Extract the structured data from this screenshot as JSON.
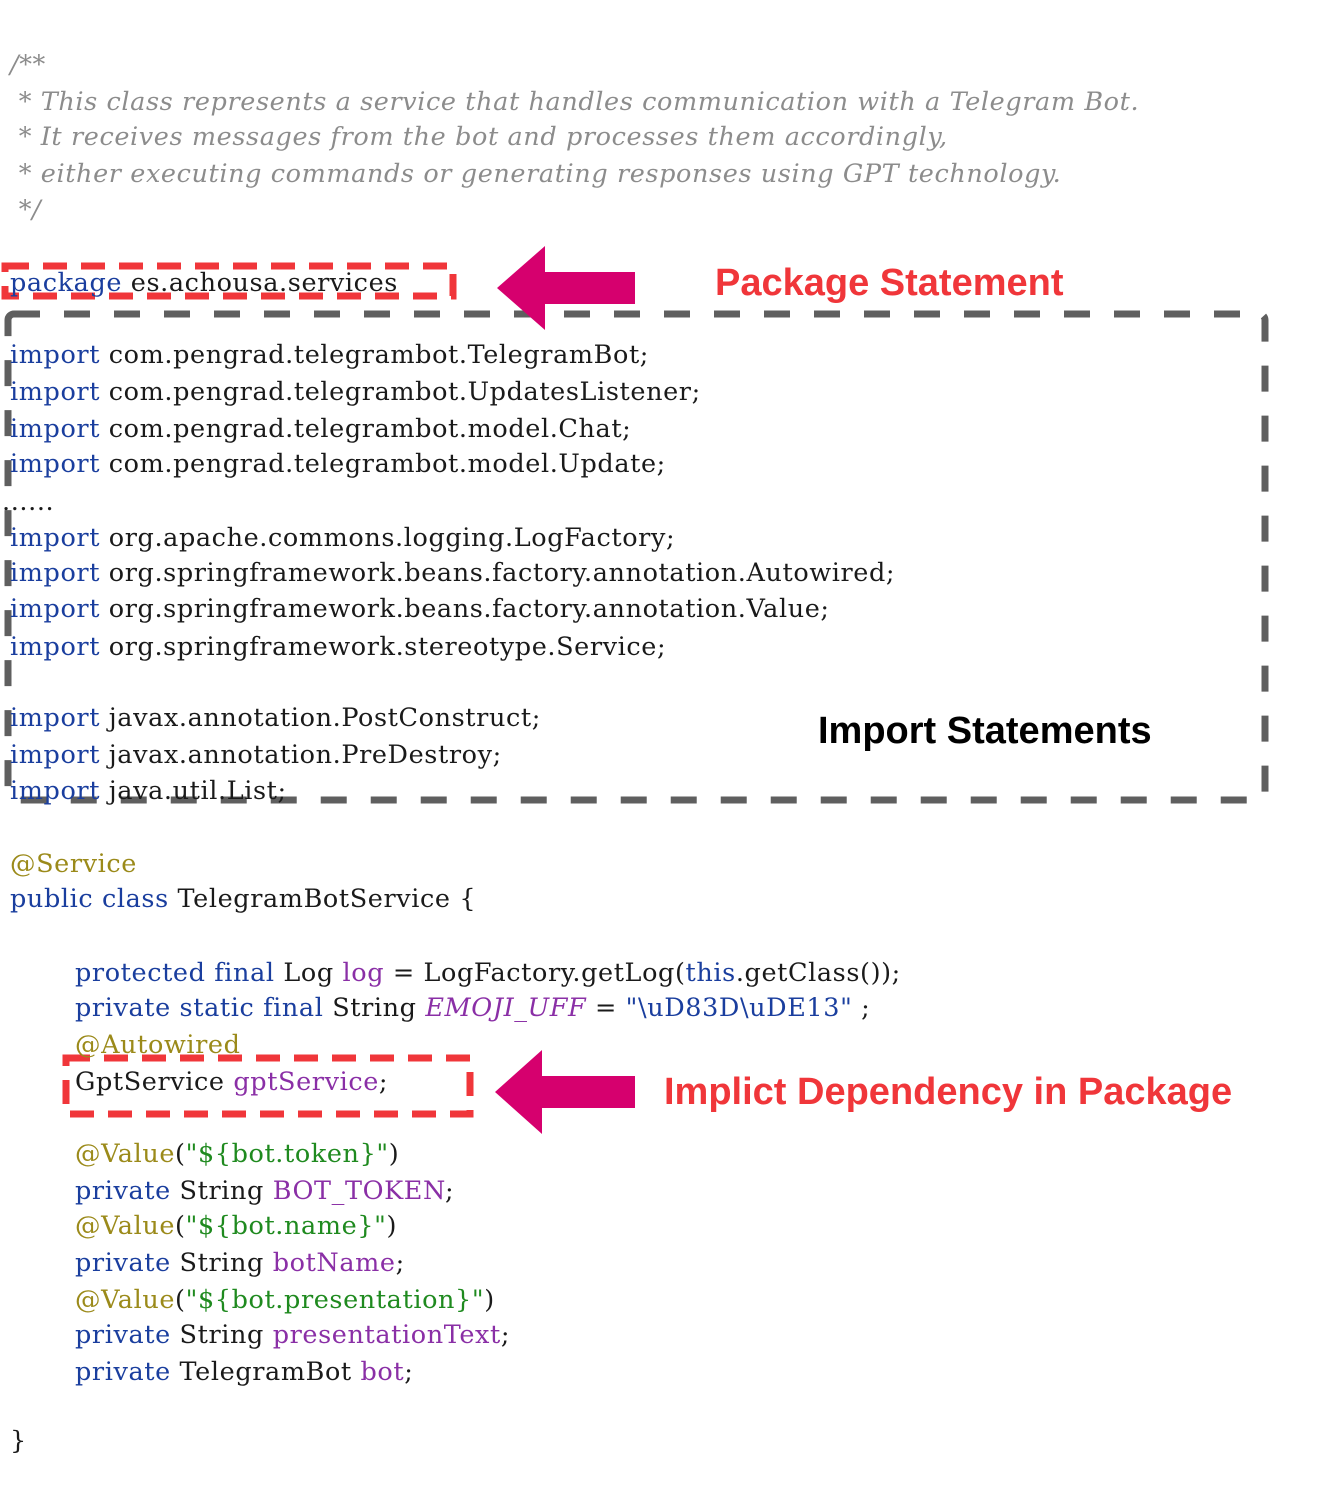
{
  "code": {
    "comment": [
      "/**",
      " * This class represents a service that handles communication with a Telegram Bot.",
      " * It receives messages from the bot and processes them accordingly,",
      " * either executing commands or generating responses using GPT technology.",
      " */"
    ],
    "package": {
      "keyword": "package",
      "name": "es.achousa.services"
    },
    "imports": [
      "com.pengrad.telegrambot.TelegramBot;",
      "com.pengrad.telegrambot.UpdatesListener;",
      "com.pengrad.telegrambot.model.Chat;",
      "com.pengrad.telegrambot.model.Update;",
      "org.apache.commons.logging.LogFactory;",
      "org.springframework.beans.factory.annotation.Autowired;",
      "org.springframework.beans.factory.annotation.Value;",
      "org.springframework.stereotype.Service;",
      "javax.annotation.PostConstruct;",
      "javax.annotation.PreDestroy;",
      "java.util.List;"
    ],
    "import_keyword": "import",
    "ellipsis": "......",
    "class_annotation": "@Service",
    "class_decl": {
      "kw1": "public",
      "kw2": "class",
      "name": "TelegramBotService",
      "brace": "{"
    },
    "log_line": {
      "kw1": "protected",
      "kw2": "final",
      "type": "Log",
      "field": "log",
      "expr1": " = LogFactory.getLog(",
      "kw3": "this",
      "expr2": ".getClass());"
    },
    "emoji_line": {
      "kw1": "private",
      "kw2": "static",
      "kw3": "final",
      "type": "String",
      "const": "EMOJI_UFF",
      "eq": " = ",
      "value": "\"\\uD83D\\uDE13\"",
      "end": " ;"
    },
    "autowired": "@Autowired",
    "gpt_line": {
      "type": "GptService",
      "field": "gptService",
      "end": ";"
    },
    "value_annotation": "@Value",
    "value_keys": [
      "\"${bot.token}\"",
      "\"${bot.name}\"",
      "\"${bot.presentation}\""
    ],
    "fields": [
      {
        "kw": "private",
        "type": "String",
        "name": "BOT_TOKEN"
      },
      {
        "kw": "private",
        "type": "String",
        "name": "botName"
      },
      {
        "kw": "private",
        "type": "String",
        "name": "presentationText"
      },
      {
        "kw": "private",
        "type": "TelegramBot",
        "name": "bot"
      }
    ],
    "close_brace": "}"
  },
  "labels": {
    "package_statement": "Package Statement",
    "import_statements": "Import Statements",
    "implicit_dependency": "Implict Dependency in Package"
  },
  "colors": {
    "red_label": "#f0363a",
    "arrow": "#d6006e",
    "dash_red": "#f0363a",
    "dash_gray": "#5f5f5f"
  }
}
